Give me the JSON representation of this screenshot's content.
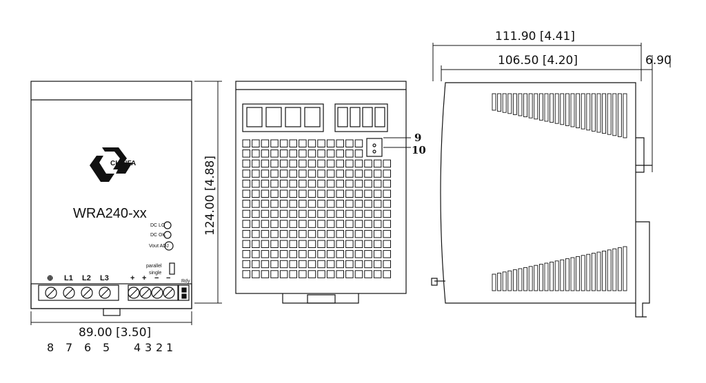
{
  "dimensions": {
    "front_width": "89.00 [3.50]",
    "height": "124.00 [4.88]",
    "side_depth_total": "111.90 [4.41]",
    "side_depth_body": "106.50 [4.20]",
    "clip_depth": "6.90"
  },
  "front_panel": {
    "brand": "CHINFA",
    "model": "WRA240-xx",
    "indicators": [
      "DC LO",
      "DC OK",
      "Vout ADJ"
    ],
    "switch_labels": [
      "parallel",
      "single"
    ],
    "input_terminals": [
      "⊕",
      "L1",
      "L2",
      "L3"
    ],
    "output_terminals": [
      "+",
      "+",
      "−",
      "−"
    ],
    "relay_label": "Rdy"
  },
  "callouts": {
    "top": "9",
    "bottom": "10"
  },
  "pin_numbers": [
    "8",
    "7",
    "6",
    "5",
    "4",
    "3",
    "2",
    "1"
  ]
}
